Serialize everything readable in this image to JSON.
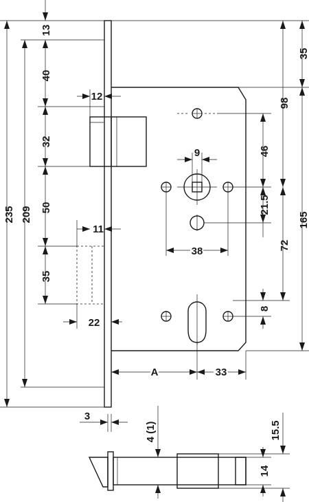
{
  "dimensions": {
    "d13": "13",
    "d40": "40",
    "d32": "32",
    "d50": "50",
    "d35_left": "35",
    "d235": "235",
    "d209": "209",
    "d12": "12",
    "d11": "11",
    "d22": "22",
    "d35_right": "35",
    "d98": "98",
    "d165": "165",
    "d46": "46",
    "d21_5": "21.5",
    "d72": "72",
    "d8": "8",
    "d9": "9",
    "d38": "38",
    "dA": "A",
    "d33": "33",
    "d3": "3",
    "d4_1": "4 (1)",
    "d15_5": "15.5",
    "d14": "14"
  }
}
